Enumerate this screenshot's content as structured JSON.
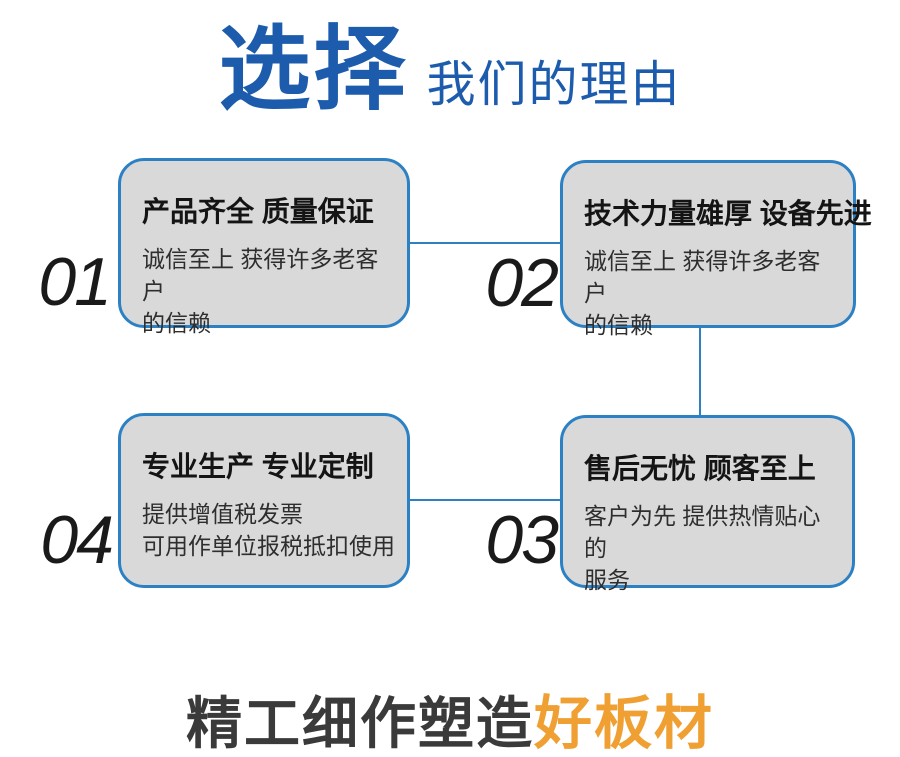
{
  "header": {
    "highlight": "选择",
    "rest": "我们的理由"
  },
  "cards": [
    {
      "number": "01",
      "title": "产品齐全 质量保证",
      "body": "诚信至上 获得许多老客户\n的信赖"
    },
    {
      "number": "02",
      "title": "技术力量雄厚 设备先进",
      "body": "诚信至上 获得许多老客户\n的信赖"
    },
    {
      "number": "03",
      "title": "售后无忧 顾客至上",
      "body": "客户为先 提供热情贴心的\n服务"
    },
    {
      "number": "04",
      "title": "专业生产 专业定制",
      "body": "提供增值税发票\n可用作单位报税抵扣使用"
    }
  ],
  "footer": {
    "dark": "精工细作塑造",
    "orange": "好板材"
  },
  "colors": {
    "primary_blue": "#1d5cad",
    "line_blue": "#2c80c4",
    "card_bg": "#d9d9d9",
    "orange": "#f0a032",
    "dark_text": "#3a3a3a"
  }
}
